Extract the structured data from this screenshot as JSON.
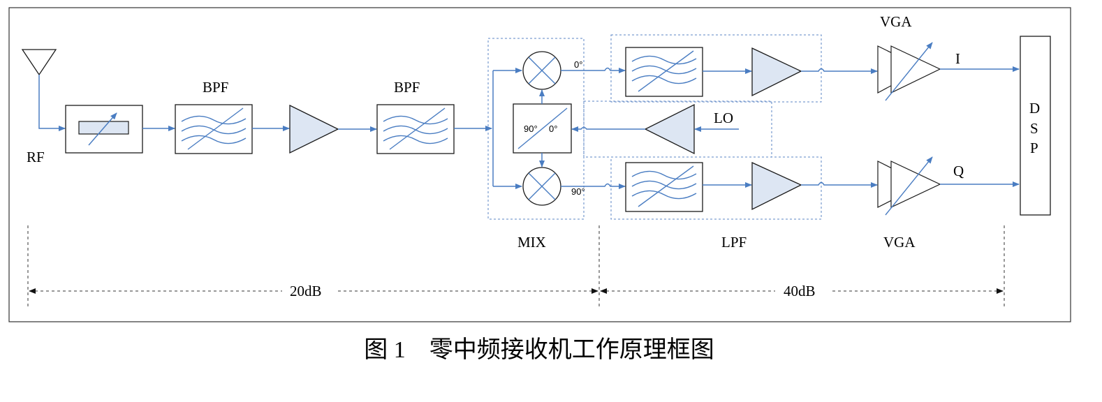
{
  "labels": {
    "rf": "RF",
    "bpf1": "BPF",
    "bpf2": "BPF",
    "vga_top": "VGA",
    "vga_bottom": "VGA",
    "i": "I",
    "q": "Q",
    "lo": "LO",
    "mix": "MIX",
    "lpf": "LPF",
    "dsp": [
      "D",
      "S",
      "P"
    ],
    "phase_0_top": "0°",
    "phase_90_bottom": "90°",
    "shifter_90": "90°",
    "shifter_0": "0°",
    "gain_left": "20dB",
    "gain_right": "40dB"
  },
  "caption": "图 1　零中频接收机工作原理框图",
  "colors": {
    "signal": "#4a7dc2",
    "fill": "#dde6f3",
    "outline": "#1a1a1a"
  }
}
